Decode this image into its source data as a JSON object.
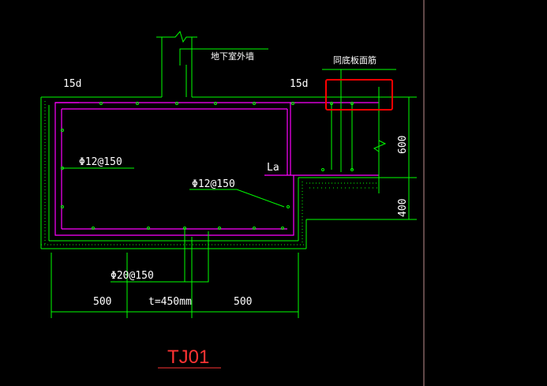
{
  "drawing": {
    "title": "TJ01",
    "labels": {
      "wall": "地下室外墙",
      "slab_top_rebar": "同底板面筋",
      "anchor_left": "15d",
      "anchor_right": "15d",
      "lap": "La",
      "rebar_top": "Φ12@150",
      "rebar_mid": "Φ12@150",
      "rebar_bottom": "Φ20@150"
    },
    "dimensions": {
      "left": "500",
      "middle": "t=450mm",
      "right": "500",
      "vertical_top": "600",
      "vertical_bottom": "400"
    },
    "colors": {
      "background": "#000000",
      "concrete_outline": "#00ff00",
      "rebar": "#ff00ff",
      "text": "#ffffff",
      "title": "#ff3333",
      "highlight": "#ff0000"
    }
  }
}
